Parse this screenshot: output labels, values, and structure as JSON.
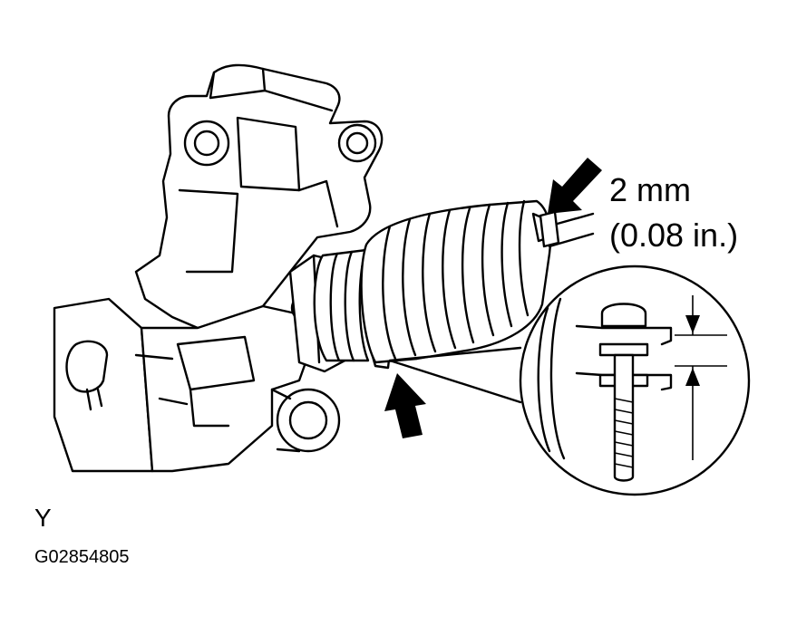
{
  "diagram": {
    "dimension_line1": "2 mm",
    "dimension_line2": "(0.08 in.)",
    "view_letter": "Y",
    "figure_code": "G02854805"
  },
  "colors": {
    "ink": "#000000",
    "background": "#ffffff"
  }
}
